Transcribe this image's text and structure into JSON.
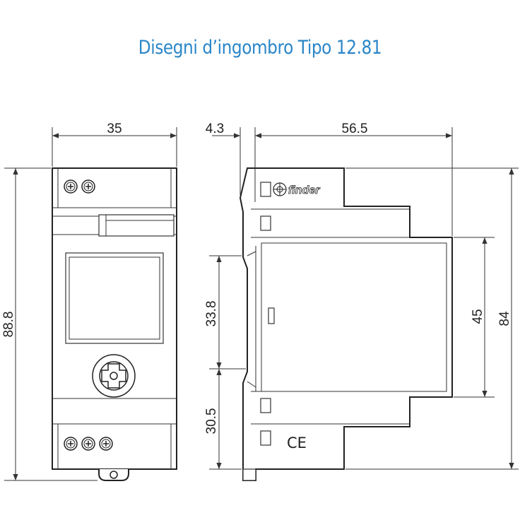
{
  "title": "Disegni d’ingombro Tipo 12.81",
  "colors": {
    "title": "#2a86c8",
    "lines": "#222222"
  },
  "dimensions": {
    "front_width": "35",
    "front_height": "88.8",
    "side_offset": "4.3",
    "side_depth": "56.5",
    "rail_upper": "33.8",
    "rail_lower": "30.5",
    "cover_height": "45",
    "total_height": "84"
  },
  "brand": "finder",
  "marking": "CE"
}
